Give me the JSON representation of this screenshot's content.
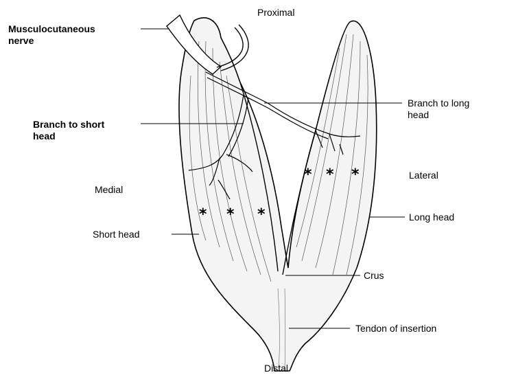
{
  "labels": {
    "proximal": "Proximal",
    "distal": "Distal",
    "musculocutaneous_nerve": "Musculocutaneous\nnerve",
    "branch_long_head": "Branch to long\nhead",
    "branch_short_head": "Branch to short\nhead",
    "medial": "Medial",
    "lateral": "Lateral",
    "long_head": "Long head",
    "short_head": "Short head",
    "crus": "Crus",
    "tendon_of_insertion": "Tendon of insertion"
  },
  "asterisk": "*",
  "colors": {
    "ink": "#000000",
    "background": "#ffffff",
    "muscle_fill": "#f4f4f4"
  }
}
